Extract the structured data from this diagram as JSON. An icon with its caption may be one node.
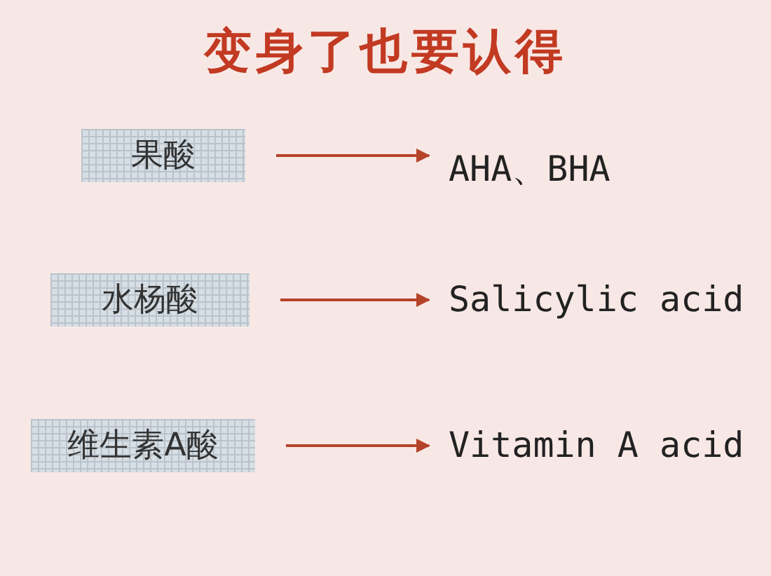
{
  "diagram": {
    "title": "变身了也要认得",
    "nodes": [
      {
        "text": [
          "果酸"
        ]
      },
      {
        "text": [
          "AHA、BHA"
        ]
      },
      {
        "text": [
          "水杨酸"
        ]
      },
      {
        "text": [
          "Salicylic acid"
        ]
      },
      {
        "text": [
          "维生素A酸"
        ]
      },
      {
        "text": [
          "Vitamin A acid"
        ]
      }
    ],
    "edges": [
      {
        "from": 0,
        "to": 1,
        "arrow": "to"
      },
      {
        "from": 2,
        "to": 3,
        "arrow": "to"
      },
      {
        "from": 4,
        "to": 5,
        "arrow": "to"
      }
    ]
  }
}
